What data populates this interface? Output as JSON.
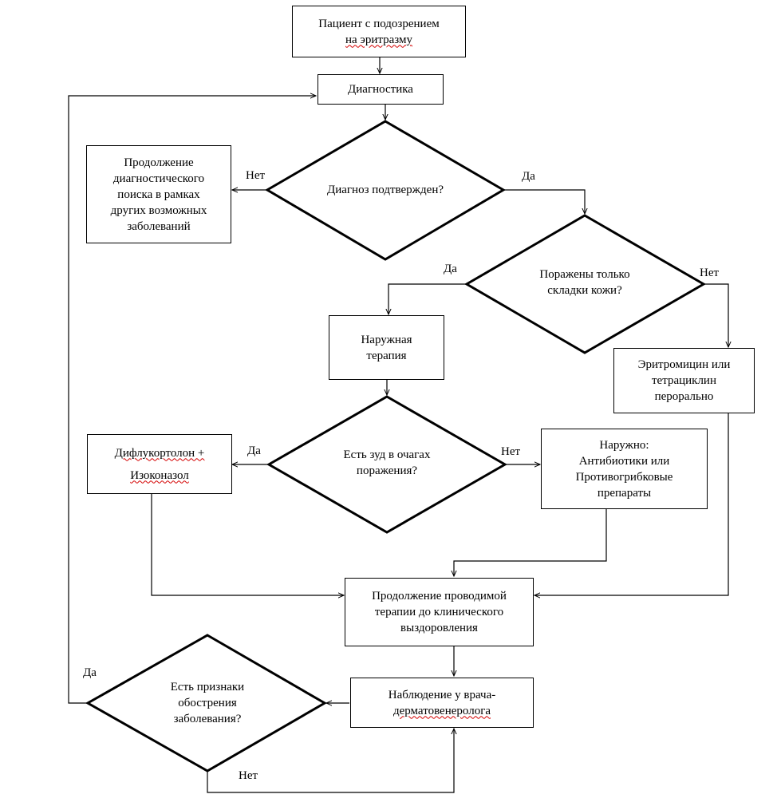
{
  "nodes": {
    "start": [
      "Пациент с подозрением",
      "на эритразму"
    ],
    "diagnostics": [
      "Диагностика"
    ],
    "diagnosis_confirmed": [
      "Диагноз подтвержден?"
    ],
    "continue_search": [
      "Продолжение",
      "диагностического",
      "поиска в рамках",
      "других возможных",
      "заболеваний"
    ],
    "folds_only": [
      "Поражены только",
      "складки кожи?"
    ],
    "external_therapy": [
      "Наружная",
      "терапия"
    ],
    "erythromycin": [
      "Эритромицин или",
      "тетрациклин",
      "перорально"
    ],
    "itch": [
      "Есть зуд в очагах",
      "поражения?"
    ],
    "diflucortolone": [
      "Дифлукортолон +",
      "Изоконазол"
    ],
    "external_antibiotics": [
      "Наружно:",
      "Антибиотики или",
      "Противогрибковые",
      "препараты"
    ],
    "continue_therapy": [
      "Продолжение проводимой",
      "терапии до клинического",
      "выздоровления"
    ],
    "observation": [
      "Наблюдение у врача-",
      "дерматовенеролога"
    ],
    "exacerbation": [
      "Есть признаки",
      "обострения",
      "заболевания?"
    ]
  },
  "edge_labels": {
    "d1_no": "Нет",
    "d1_yes": "Да",
    "d2_yes": "Да",
    "d2_no": "Нет",
    "d3_yes": "Да",
    "d3_no": "Нет",
    "d4_yes": "Да",
    "d4_no": "Нет"
  }
}
